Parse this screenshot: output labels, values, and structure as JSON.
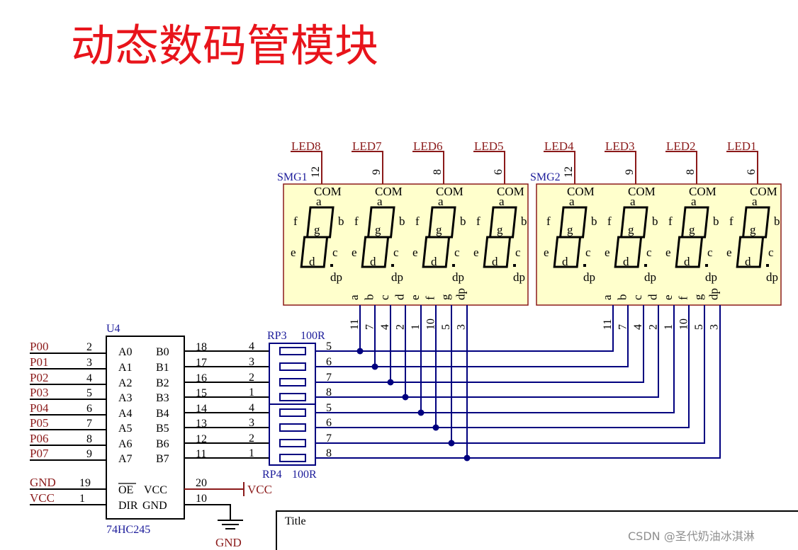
{
  "title": "动态数码管模块",
  "displays": [
    {
      "ref": "SMG1",
      "coms": [
        {
          "net": "LED8",
          "pin": "12"
        },
        {
          "net": "LED7",
          "pin": "9"
        },
        {
          "net": "LED6",
          "pin": "8"
        },
        {
          "net": "LED5",
          "pin": "6"
        }
      ]
    },
    {
      "ref": "SMG2",
      "coms": [
        {
          "net": "LED4",
          "pin": "12"
        },
        {
          "net": "LED3",
          "pin": "9"
        },
        {
          "net": "LED2",
          "pin": "8"
        },
        {
          "net": "LED1",
          "pin": "6"
        }
      ]
    }
  ],
  "digit_labels": {
    "com": "COM",
    "a": "a",
    "b": "b",
    "c": "c",
    "d": "d",
    "e": "e",
    "f": "f",
    "g": "g",
    "dp": "dp"
  },
  "segment_pins": [
    {
      "seg": "a",
      "pin": "11"
    },
    {
      "seg": "b",
      "pin": "7"
    },
    {
      "seg": "c",
      "pin": "4"
    },
    {
      "seg": "d",
      "pin": "2"
    },
    {
      "seg": "e",
      "pin": "1"
    },
    {
      "seg": "f",
      "pin": "10"
    },
    {
      "seg": "g",
      "pin": "5"
    },
    {
      "seg": "dp",
      "pin": "3"
    }
  ],
  "ic": {
    "ref": "U4",
    "part": "74HC245",
    "left_pins": [
      {
        "net": "P00",
        "num": "2",
        "name": "A0"
      },
      {
        "net": "P01",
        "num": "3",
        "name": "A1"
      },
      {
        "net": "P02",
        "num": "4",
        "name": "A2"
      },
      {
        "net": "P03",
        "num": "5",
        "name": "A3"
      },
      {
        "net": "P04",
        "num": "6",
        "name": "A4"
      },
      {
        "net": "P05",
        "num": "7",
        "name": "A5"
      },
      {
        "net": "P06",
        "num": "8",
        "name": "A6"
      },
      {
        "net": "P07",
        "num": "9",
        "name": "A7"
      }
    ],
    "right_pins": [
      {
        "num": "18",
        "name": "B0"
      },
      {
        "num": "17",
        "name": "B1"
      },
      {
        "num": "16",
        "name": "B2"
      },
      {
        "num": "15",
        "name": "B3"
      },
      {
        "num": "14",
        "name": "B4"
      },
      {
        "num": "13",
        "name": "B5"
      },
      {
        "num": "12",
        "name": "B6"
      },
      {
        "num": "11",
        "name": "B7"
      }
    ],
    "oe": {
      "net": "GND",
      "num": "19",
      "name": "OE"
    },
    "dir": {
      "net": "VCC",
      "num": "1",
      "name": "DIR"
    },
    "vcc": {
      "num": "20",
      "name": "VCC",
      "net": "VCC"
    },
    "gnd": {
      "num": "10",
      "name": "GND",
      "net": "GND"
    }
  },
  "resistor_packs": [
    {
      "ref": "RP3",
      "value": "100R",
      "left_pins": [
        "4",
        "3",
        "2",
        "1"
      ],
      "right_pins": [
        "5",
        "6",
        "7",
        "8"
      ]
    },
    {
      "ref": "RP4",
      "value": "100R",
      "left_pins": [
        "4",
        "3",
        "2",
        "1"
      ],
      "right_pins": [
        "5",
        "6",
        "7",
        "8"
      ]
    }
  ],
  "title_block": {
    "label": "Title"
  },
  "watermark": "CSDN @圣代奶油冰淇淋"
}
